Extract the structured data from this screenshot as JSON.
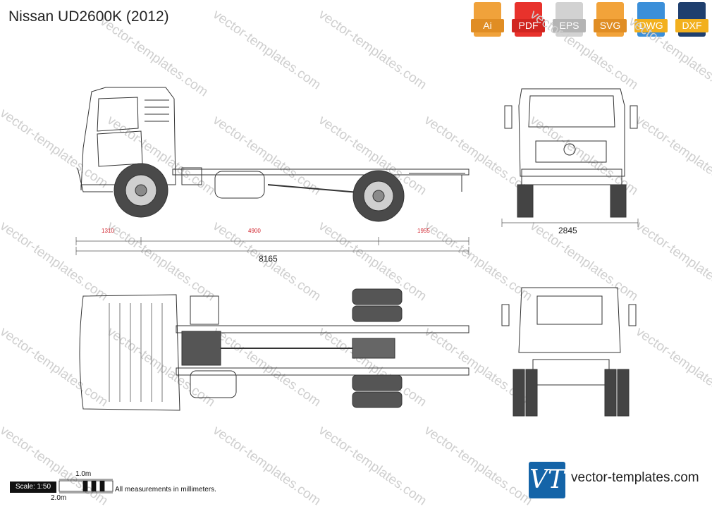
{
  "title": "Nissan UD2600K (2012)",
  "formats": [
    {
      "label": "Ai",
      "color": "#f0a23b"
    },
    {
      "label": "PDF",
      "color": "#e8322c"
    },
    {
      "label": "EPS",
      "color": "#c9c9c9"
    },
    {
      "label": "SVG",
      "color": "#f2a33a"
    },
    {
      "label": "DWG",
      "color": "#3b8fd9"
    },
    {
      "label": "DXF",
      "color": "#1f3f6e"
    }
  ],
  "watermark_text": "vector-templates.com",
  "dimensions": {
    "front_overhang": "1310",
    "wheelbase": "4900",
    "rear_overhang": "1955",
    "overall_length": "8165",
    "overall_width": "2845"
  },
  "scale": {
    "label": "Scale: 1:50",
    "one_m": "1.0m",
    "two_m": "2.0m"
  },
  "note": "All measurements in millimeters.",
  "brand": {
    "logo": "VT",
    "site": "vector-templates.com"
  }
}
